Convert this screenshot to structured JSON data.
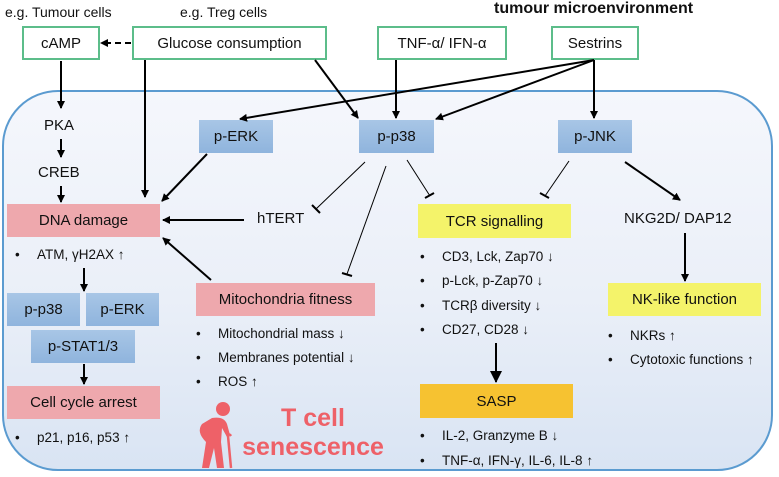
{
  "context_labels": {
    "tumour_cells": "e.g. Tumour cells",
    "treg_cells": "e.g. Treg cells",
    "microenvironment": "tumour microenvironment"
  },
  "external_factors": {
    "camp": "cAMP",
    "glucose": "Glucose consumption",
    "tnf_ifn": "TNF-α/ IFN-α",
    "sestrins": "Sestrins"
  },
  "kinases": {
    "p_erk": "p-ERK",
    "p_p38": "p-p38",
    "p_jnk": "p-JNK"
  },
  "camp_pathway": {
    "pka": "PKA",
    "creb": "CREB"
  },
  "dna_damage": {
    "title": "DNA damage",
    "bullets": [
      "ATM, γH2AX ↑"
    ],
    "p_p38": "p-p38",
    "p_erk": "p-ERK",
    "p_stat": "p-STAT1/3"
  },
  "htert": "hTERT",
  "cell_cycle": {
    "title": "Cell cycle arrest",
    "bullets": [
      "p21, p16, p53 ↑"
    ]
  },
  "mitochondria": {
    "title": "Mitochondria fitness",
    "bullets": [
      "Mitochondrial mass ↓",
      "Membranes potential ↓",
      "ROS ↑"
    ]
  },
  "tcr": {
    "title": "TCR signalling",
    "bullets": [
      "CD3, Lck, Zap70 ↓",
      "p-Lck, p-Zap70 ↓",
      "TCRβ diversity ↓",
      "CD27, CD28 ↓"
    ]
  },
  "sasp": {
    "title": "SASP",
    "bullets": [
      "IL-2, Granzyme B ↓",
      "TNF-α, IFN-γ, IL-6, IL-8 ↑"
    ]
  },
  "nkg2d": "NKG2D/ DAP12",
  "nk_like": {
    "title": "NK-like function",
    "bullets": [
      "NKRs ↑",
      "Cytotoxic functions ↑"
    ]
  },
  "senescence": {
    "line1": "T cell",
    "line2": "senescence",
    "icon": "elderly-person-icon"
  },
  "colors": {
    "green_border": "#5cbd8a",
    "kinase_blue": "#9dbde3",
    "outcome_pink": "#eea8ad",
    "tcr_yellow": "#f4f36a",
    "sasp_orange": "#f6c231",
    "cell_border": "#5b9bd0",
    "senescence_red": "#ee6168"
  }
}
